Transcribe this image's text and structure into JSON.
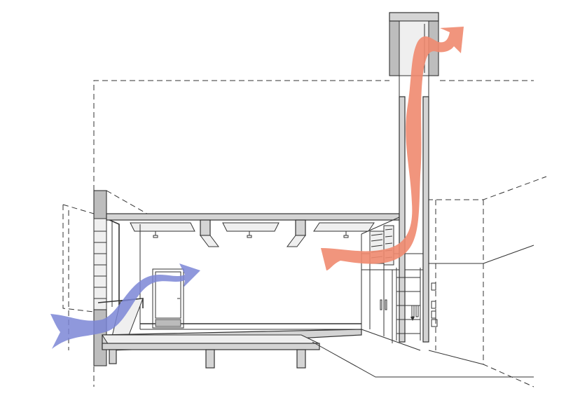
{
  "colors": {
    "supply_air_arrow": "#7b86d6",
    "exhaust_air_arrow": "#f08a6f",
    "line": "#333333",
    "slab_fill": "#d4d4d4",
    "background": "#ffffff"
  },
  "icons": [
    "supply-air-arrow",
    "exhaust-air-arrow",
    "window-louvre",
    "ceiling-light",
    "exhaust-grille",
    "access-ladder"
  ]
}
